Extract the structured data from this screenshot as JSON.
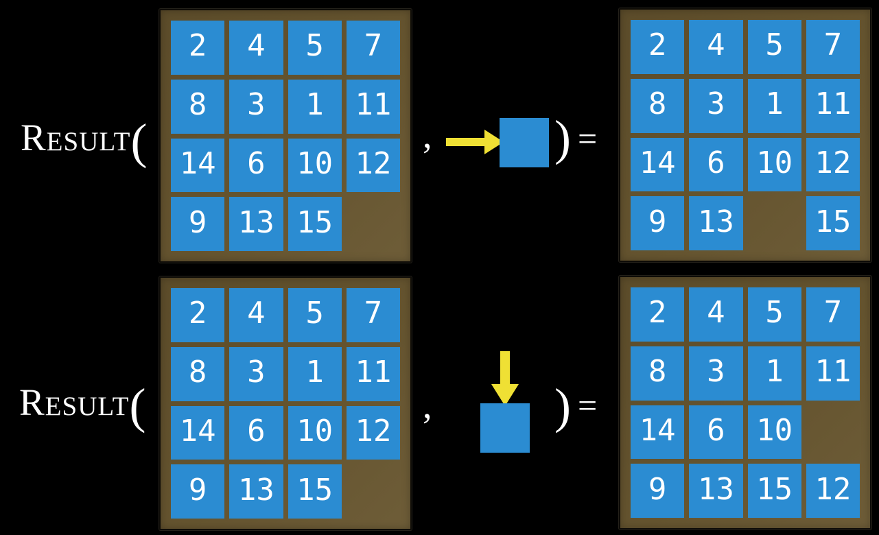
{
  "figure": {
    "function_label": "Result",
    "open_paren": "(",
    "comma": ",",
    "close_paren": ")",
    "equals": "=",
    "examples": [
      {
        "id": "slide-right",
        "action": "move-tile-right",
        "action_icon": "arrow-right-into-tile",
        "input_grid": [
          [
            2,
            4,
            5,
            7
          ],
          [
            8,
            3,
            1,
            11
          ],
          [
            14,
            6,
            10,
            12
          ],
          [
            9,
            13,
            15,
            null
          ]
        ],
        "output_grid": [
          [
            2,
            4,
            5,
            7
          ],
          [
            8,
            3,
            1,
            11
          ],
          [
            14,
            6,
            10,
            12
          ],
          [
            9,
            13,
            null,
            15
          ]
        ]
      },
      {
        "id": "slide-down",
        "action": "move-tile-down",
        "action_icon": "arrow-down-into-tile",
        "input_grid": [
          [
            2,
            4,
            5,
            7
          ],
          [
            8,
            3,
            1,
            11
          ],
          [
            14,
            6,
            10,
            12
          ],
          [
            9,
            13,
            15,
            null
          ]
        ],
        "output_grid": [
          [
            2,
            4,
            5,
            7
          ],
          [
            8,
            3,
            1,
            11
          ],
          [
            14,
            6,
            10,
            null
          ],
          [
            9,
            13,
            15,
            12
          ]
        ]
      }
    ],
    "colors": {
      "background": "#000000",
      "frame": "#65542f",
      "tile": "#2b8cd2",
      "arrow": "#efe034",
      "text": "#ffffff"
    }
  }
}
